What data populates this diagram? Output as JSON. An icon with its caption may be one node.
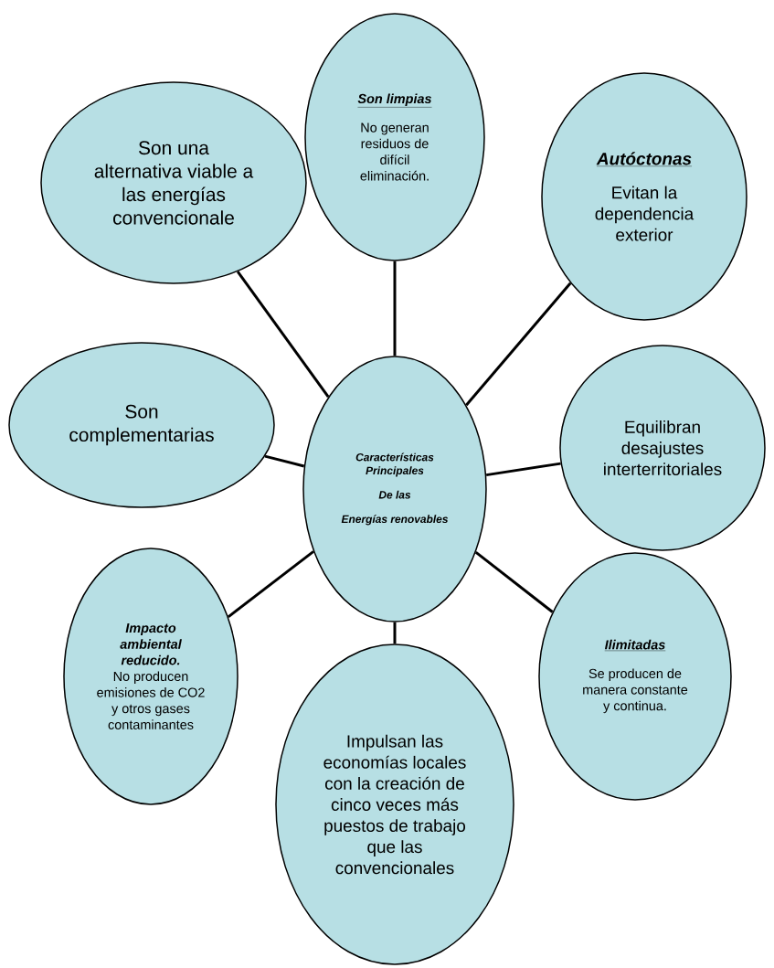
{
  "diagram": {
    "nodes": [
      {
        "text": [
          "Son una alternativa viable a las energías convencionale"
        ]
      },
      {
        "text": [
          "Son limpias",
          "No generan residuos de difícil eliminación."
        ]
      },
      {
        "text": [
          "Autóctonas",
          "Evitan la dependencia exterior"
        ]
      },
      {
        "text": [
          "Son complementarias"
        ]
      },
      {
        "text": [
          "Características Principales",
          "De las",
          "Energías renovables"
        ]
      },
      {
        "text": [
          "Equilibran desajustes interterritoriales"
        ]
      },
      {
        "text": [
          "Impacto ambiental reducido.",
          "No producen emisiones de CO2 y otros gases contaminantes"
        ]
      },
      {
        "text": [
          "Ilimitadas",
          "Se producen de manera constante y continua."
        ]
      },
      {
        "text": [
          "Impulsan las economías locales con la creación de cinco veces más puestos de trabajo que las convencionales"
        ]
      }
    ],
    "edges": [
      {
        "from": 4,
        "to": 0,
        "arrow": "none"
      },
      {
        "from": 4,
        "to": 1,
        "arrow": "none"
      },
      {
        "from": 4,
        "to": 2,
        "arrow": "none"
      },
      {
        "from": 4,
        "to": 3,
        "arrow": "none"
      },
      {
        "from": 4,
        "to": 5,
        "arrow": "none"
      },
      {
        "from": 4,
        "to": 6,
        "arrow": "none"
      },
      {
        "from": 4,
        "to": 7,
        "arrow": "none"
      },
      {
        "from": 4,
        "to": 8,
        "arrow": "none"
      }
    ]
  }
}
